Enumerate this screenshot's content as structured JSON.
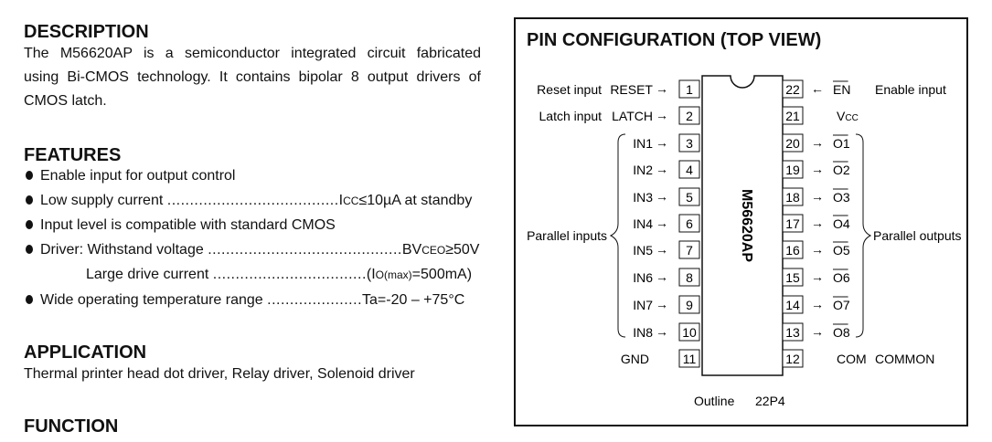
{
  "description": {
    "heading": "DESCRIPTION",
    "lines": [
      "The M56620AP is a semiconductor integrated circuit fabricated",
      "using Bi-CMOS technology. It contains bipolar 8 output drivers of",
      "CMOS latch."
    ]
  },
  "features": {
    "heading": "FEATURES",
    "items": [
      {
        "text": "Enable input for output control",
        "dots": "",
        "value": "",
        "value_sub": "",
        "value_tail": "",
        "bullet": true
      },
      {
        "text": "Low supply current",
        "dots": "......................................",
        "value": "I",
        "value_sub": "CC",
        "value_tail": "≤10µA at standby",
        "bullet": true
      },
      {
        "text": "Input level is compatible with standard CMOS",
        "dots": "",
        "value": "",
        "value_sub": "",
        "value_tail": "",
        "bullet": true
      },
      {
        "text": "Driver: Withstand voltage",
        "dots": "...........................................",
        "value": "BV",
        "value_sub": "CEO",
        "value_tail": "≥50V",
        "bullet": true
      },
      {
        "text": "Large drive current",
        "dots": "..................................",
        "value": "(I",
        "value_sub": "O(max)",
        "value_tail": "=500mA)",
        "bullet": false
      },
      {
        "text": "Wide operating temperature range",
        "dots": ".....................",
        "value": "Ta=-20 – +75°C",
        "value_sub": "",
        "value_tail": "",
        "bullet": true
      }
    ]
  },
  "application": {
    "heading": "APPLICATION",
    "text": "Thermal printer head dot driver, Relay driver, Solenoid driver"
  },
  "function": {
    "heading": "FUNCTION"
  },
  "pin_config": {
    "title": "PIN CONFIGURATION (TOP VIEW)",
    "chip_label": "M56620AP",
    "outline_label": "Outline",
    "outline_value": "22P4",
    "left_pins": [
      {
        "num": "1",
        "name": "RESET",
        "desc": "Reset input",
        "arrow": "→"
      },
      {
        "num": "2",
        "name": "LATCH",
        "desc": "Latch input",
        "arrow": "→"
      },
      {
        "num": "3",
        "name": "IN1",
        "desc": "",
        "arrow": "→"
      },
      {
        "num": "4",
        "name": "IN2",
        "desc": "",
        "arrow": "→"
      },
      {
        "num": "5",
        "name": "IN3",
        "desc": "",
        "arrow": "→"
      },
      {
        "num": "6",
        "name": "IN4",
        "desc": "",
        "arrow": "→"
      },
      {
        "num": "7",
        "name": "IN5",
        "desc": "",
        "arrow": "→"
      },
      {
        "num": "8",
        "name": "IN6",
        "desc": "",
        "arrow": "→"
      },
      {
        "num": "9",
        "name": "IN7",
        "desc": "",
        "arrow": "→"
      },
      {
        "num": "10",
        "name": "IN8",
        "desc": "",
        "arrow": "→"
      },
      {
        "num": "11",
        "name": "GND",
        "desc": "",
        "arrow": ""
      }
    ],
    "right_pins": [
      {
        "num": "22",
        "name": "EN",
        "desc": "Enable input",
        "arrow": "←",
        "overline": true
      },
      {
        "num": "21",
        "name": "Vcc",
        "desc": "",
        "arrow": "",
        "overline": false
      },
      {
        "num": "20",
        "name": "O1",
        "desc": "",
        "arrow": "→",
        "overline": true
      },
      {
        "num": "19",
        "name": "O2",
        "desc": "",
        "arrow": "→",
        "overline": true
      },
      {
        "num": "18",
        "name": "O3",
        "desc": "",
        "arrow": "→",
        "overline": true
      },
      {
        "num": "17",
        "name": "O4",
        "desc": "",
        "arrow": "→",
        "overline": true
      },
      {
        "num": "16",
        "name": "O5",
        "desc": "",
        "arrow": "→",
        "overline": true
      },
      {
        "num": "15",
        "name": "O6",
        "desc": "",
        "arrow": "→",
        "overline": true
      },
      {
        "num": "14",
        "name": "O7",
        "desc": "",
        "arrow": "→",
        "overline": true
      },
      {
        "num": "13",
        "name": "O8",
        "desc": "",
        "arrow": "→",
        "overline": true
      },
      {
        "num": "12",
        "name": "COM",
        "desc": "COMMON",
        "arrow": "",
        "overline": false
      }
    ],
    "group_left": "Parallel inputs",
    "group_right": "Parallel outputs"
  }
}
